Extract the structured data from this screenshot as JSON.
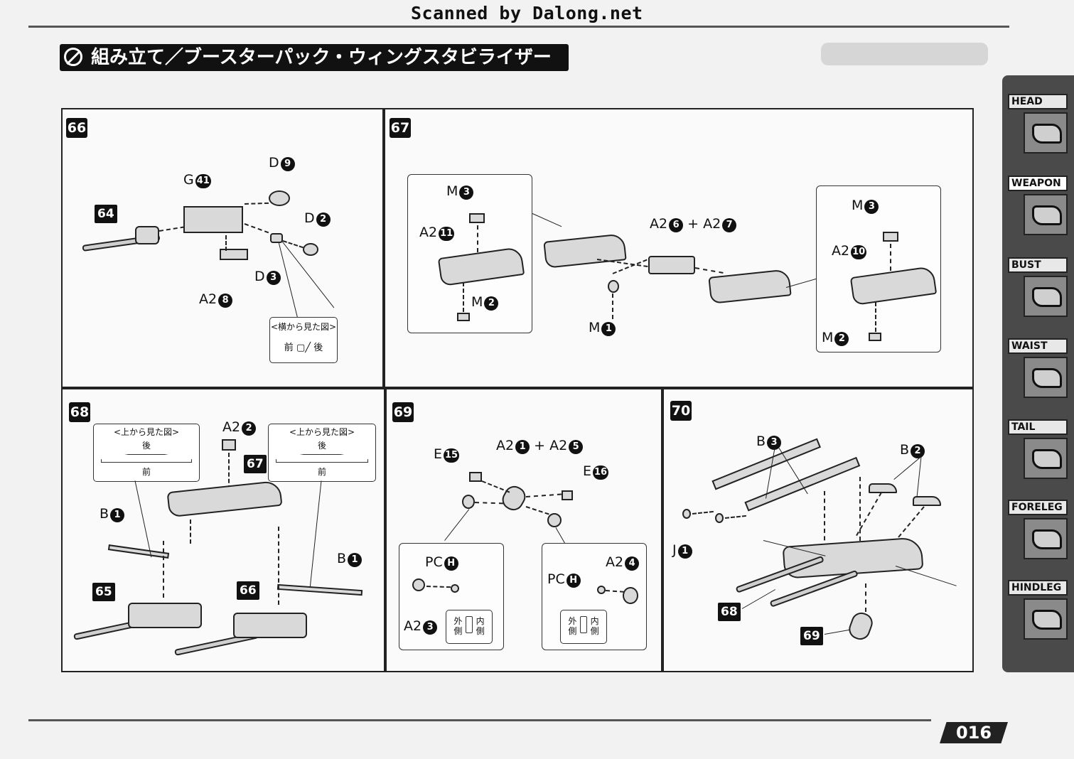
{
  "header": {
    "scan_credit": "Scanned by Dalong.net",
    "title": "組み立て／ブースターパック・ウィングスタビライザー"
  },
  "side_tabs": [
    {
      "label": "HEAD",
      "icon": "head-icon",
      "active": false
    },
    {
      "label": "WEAPON",
      "icon": "weapon-icon",
      "active": true
    },
    {
      "label": "BUST",
      "icon": "bust-icon",
      "active": false
    },
    {
      "label": "WAIST",
      "icon": "waist-icon",
      "active": false
    },
    {
      "label": "TAIL",
      "icon": "tail-icon",
      "active": false
    },
    {
      "label": "FORELEG",
      "icon": "foreleg-icon",
      "active": false
    },
    {
      "label": "HINDLEG",
      "icon": "hindleg-icon",
      "active": false
    }
  ],
  "steps": {
    "s66": {
      "number": "66",
      "ref_64": "64",
      "g41": {
        "letter": "G",
        "num": "41"
      },
      "d9": {
        "letter": "D",
        "num": "9"
      },
      "d2": {
        "letter": "D",
        "num": "2"
      },
      "d3": {
        "letter": "D",
        "num": "3"
      },
      "a2_8": {
        "letter": "A2",
        "num": "8"
      },
      "side_view": {
        "title": "<横から見た図>",
        "front": "前",
        "back": "後"
      }
    },
    "s67": {
      "number": "67",
      "m3_left": {
        "letter": "M",
        "num": "3"
      },
      "a2_11": {
        "letter": "A2",
        "num": "11"
      },
      "m2_left": {
        "letter": "M",
        "num": "2"
      },
      "a2_6": {
        "letter": "A2",
        "num": "6"
      },
      "plus": "+",
      "a2_7": {
        "letter": "A2",
        "num": "7"
      },
      "m1": {
        "letter": "M",
        "num": "1"
      },
      "m3_right": {
        "letter": "M",
        "num": "3"
      },
      "a2_10": {
        "letter": "A2",
        "num": "10"
      },
      "m2_right": {
        "letter": "M",
        "num": "2"
      }
    },
    "s68": {
      "number": "68",
      "top_view_left": {
        "title": "<上から見た図>",
        "back": "後",
        "front": "前"
      },
      "top_view_right": {
        "title": "<上から見た図>",
        "back": "後",
        "front": "前"
      },
      "a2_2": {
        "letter": "A2",
        "num": "2"
      },
      "ref_67": "67",
      "b1_left": {
        "letter": "B",
        "num": "1"
      },
      "b1_right": {
        "letter": "B",
        "num": "1"
      },
      "ref_65": "65",
      "ref_66": "66"
    },
    "s69": {
      "number": "69",
      "e15": {
        "letter": "E",
        "num": "15"
      },
      "a2_1": {
        "letter": "A2",
        "num": "1"
      },
      "plus": "+",
      "a2_5": {
        "letter": "A2",
        "num": "5"
      },
      "e16": {
        "letter": "E",
        "num": "16"
      },
      "pch_left": {
        "letter": "PC",
        "num": "H"
      },
      "a2_3": {
        "letter": "A2",
        "num": "3"
      },
      "pch_right": {
        "letter": "PC",
        "num": "H"
      },
      "a2_4": {
        "letter": "A2",
        "num": "4"
      },
      "orient_left": {
        "outer": "外側",
        "inner": "内側"
      },
      "orient_right": {
        "outer": "外側",
        "inner": "内側"
      }
    },
    "s70": {
      "number": "70",
      "b3": {
        "letter": "B",
        "num": "3"
      },
      "b2": {
        "letter": "B",
        "num": "2"
      },
      "j1": {
        "letter": "J",
        "num": "1"
      },
      "ref_68": "68",
      "ref_69": "69"
    }
  },
  "footer": {
    "page_number": "016"
  }
}
